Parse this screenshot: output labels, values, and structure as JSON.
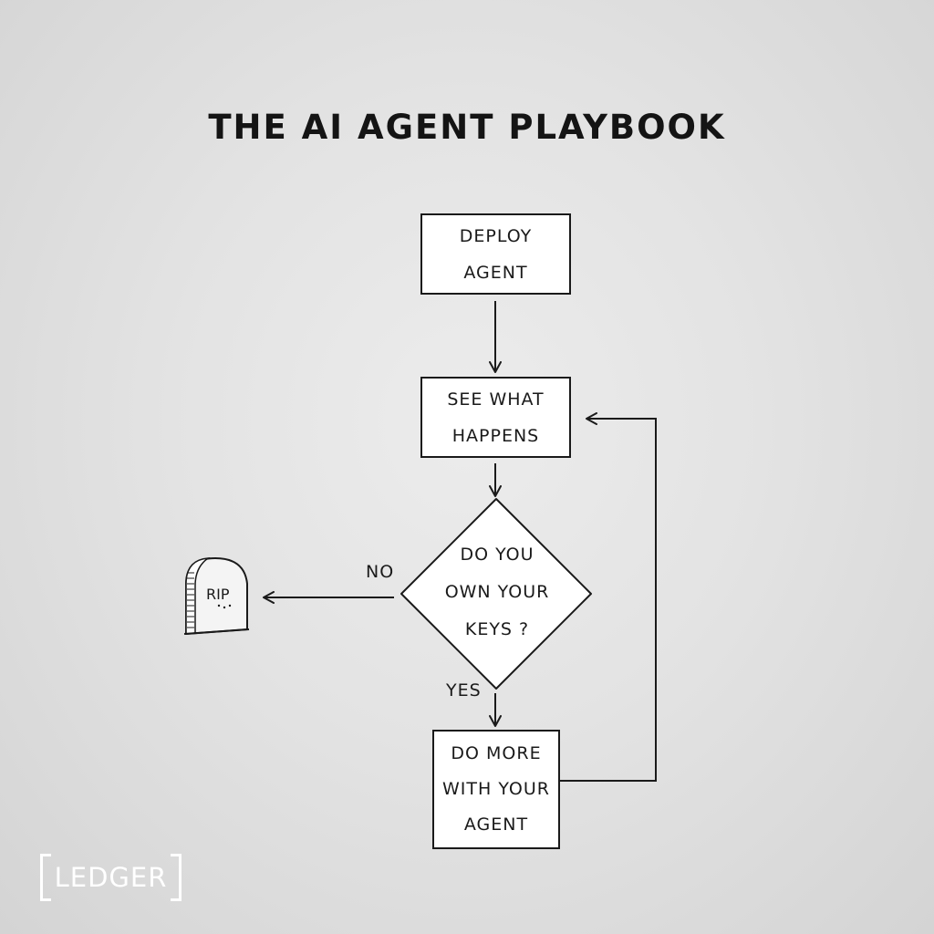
{
  "title": "THE AI AGENT PLAYBOOK",
  "nodes": {
    "deploy": "DEPLOY\nAGENT",
    "see": "SEE WHAT\nHAPPENS",
    "decision": "DO YOU\nOWN YOUR\nKEYS ?",
    "more": "DO MORE\nWITH YOUR\nAGENT",
    "rip": "RIP"
  },
  "edges": {
    "no": "NO",
    "yes": "YES"
  },
  "logo": {
    "text": "LEDGER"
  },
  "colors": {
    "ink": "#1a1a1a",
    "box_fill": "#ffffff",
    "logo": "#ffffff"
  }
}
